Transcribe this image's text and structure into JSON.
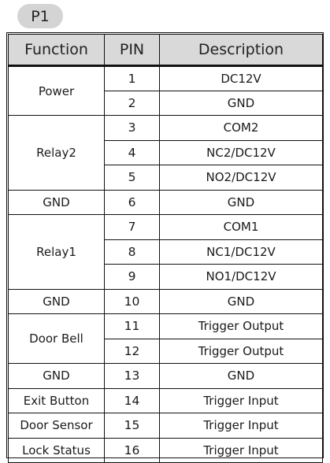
{
  "badge": "P1",
  "headers": {
    "function": "Function",
    "pin": "PIN",
    "description": "Description"
  },
  "rows": [
    {
      "function": "Power",
      "span": 2,
      "pin": "1",
      "description": "DC12V"
    },
    {
      "pin": "2",
      "description": "GND"
    },
    {
      "function": "Relay2",
      "span": 3,
      "pin": "3",
      "description": "COM2"
    },
    {
      "pin": "4",
      "description": "NC2/DC12V"
    },
    {
      "pin": "5",
      "description": "NO2/DC12V"
    },
    {
      "function": "GND",
      "span": 1,
      "pin": "6",
      "description": "GND"
    },
    {
      "function": "Relay1",
      "span": 3,
      "pin": "7",
      "description": "COM1"
    },
    {
      "pin": "8",
      "description": "NC1/DC12V"
    },
    {
      "pin": "9",
      "description": "NO1/DC12V"
    },
    {
      "function": "GND",
      "span": 1,
      "pin": "10",
      "description": "GND"
    },
    {
      "function": "Door Bell",
      "span": 2,
      "pin": "11",
      "description": "Trigger Output"
    },
    {
      "pin": "12",
      "description": "Trigger Output"
    },
    {
      "function": "GND",
      "span": 1,
      "pin": "13",
      "description": "GND"
    },
    {
      "function": "Exit Button",
      "span": 1,
      "pin": "14",
      "description": "Trigger Input"
    },
    {
      "function": "Door Sensor",
      "span": 1,
      "pin": "15",
      "description": "Trigger Input"
    },
    {
      "function": "Lock Status",
      "span": 1,
      "pin": "16",
      "description": "Trigger Input"
    }
  ]
}
